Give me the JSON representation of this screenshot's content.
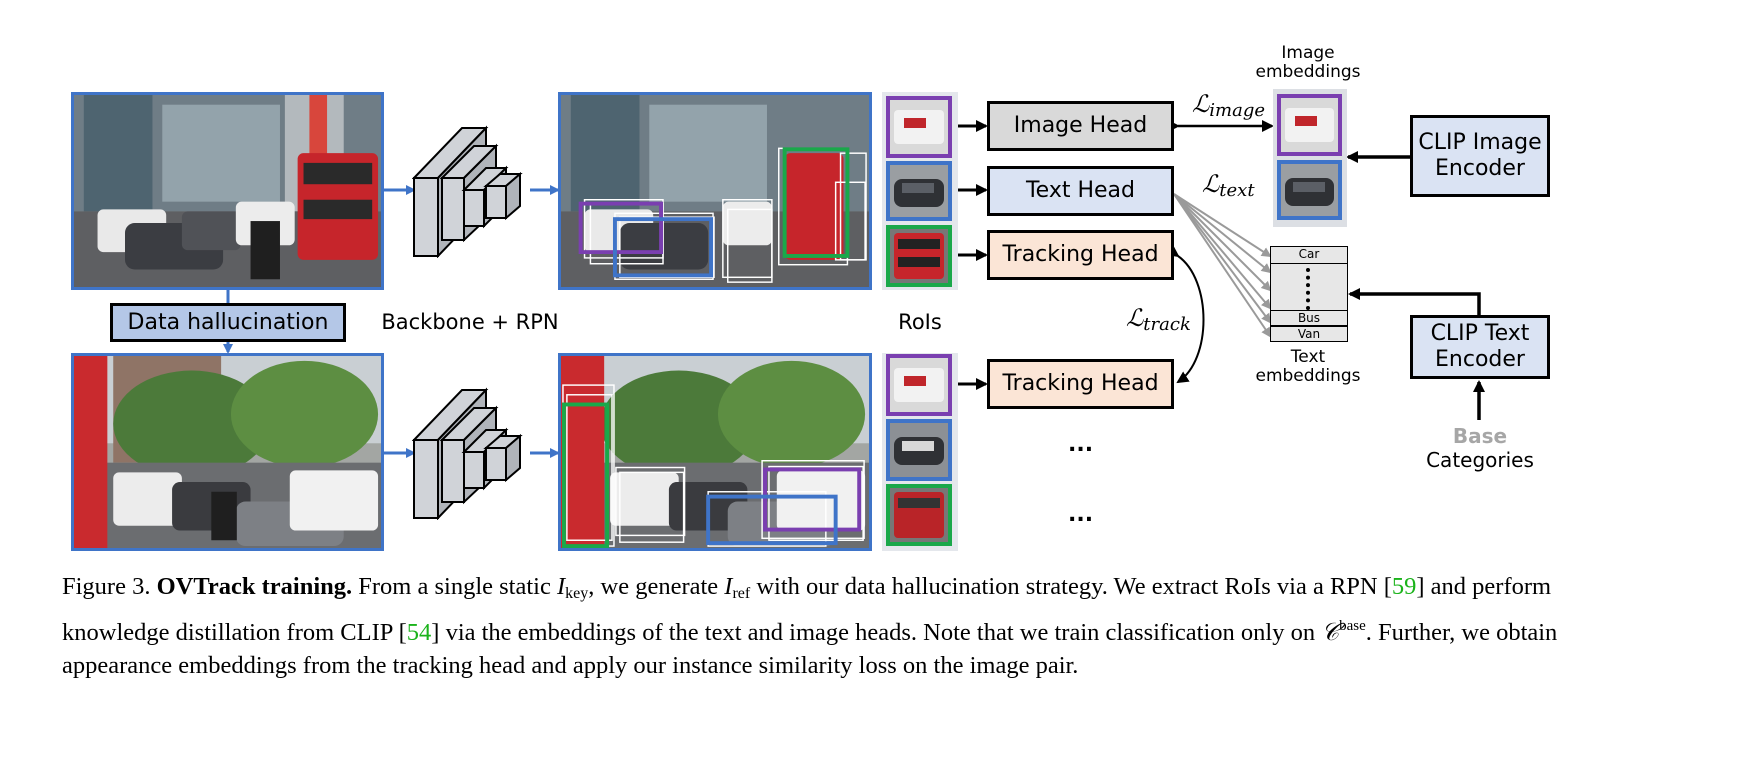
{
  "figure": {
    "hallucination_label": "Data hallucination",
    "backbone_label": "Backbone + RPN",
    "rois_label": "RoIs",
    "image_head": "Image Head",
    "text_head": "Text Head",
    "tracking_head_top": "Tracking Head",
    "tracking_head_bottom": "Tracking Head",
    "ellipsis_1": "...",
    "ellipsis_2": "...",
    "image_embeddings_line1": "Image",
    "image_embeddings_line2": "embeddings",
    "text_embeddings_line1": "Text",
    "text_embeddings_line2": "embeddings",
    "clip_image_line1": "CLIP Image",
    "clip_image_line2": "Encoder",
    "clip_text_line1": "CLIP Text",
    "clip_text_line2": "Encoder",
    "base_word": "Base",
    "categories_word": "Categories",
    "emb_rows": [
      "Car",
      "Bus",
      "Van"
    ],
    "loss_image_symbol": "ℒ",
    "loss_image_sub": "image",
    "loss_text_symbol": "ℒ",
    "loss_text_sub": "text",
    "loss_track_symbol": "ℒ",
    "loss_track_sub": "track",
    "colors": {
      "frame_blue": "#3f74c8",
      "purple": "#7a3fb0",
      "green": "#1aa84a",
      "blue_box": "#3f74c8",
      "image_head_fill": "#d9d9d9",
      "text_head_fill": "#dae3f3",
      "tracking_head_fill": "#fbe5d6",
      "clip_fill": "#dae3f3",
      "base_gray": "#a6a6a6",
      "cite_green": "#1bb31b"
    }
  },
  "caption": {
    "prefix": "Figure 3. ",
    "bold": "OVTrack training.",
    "s1": " From a single static ",
    "i_key_base": "I",
    "i_key_sub": "key",
    "s2": ", we generate ",
    "i_ref_base": "I",
    "i_ref_sub": "ref",
    "s3": " with our data hallucination strategy. We extract RoIs via a RPN [",
    "cite1": "59",
    "s4": "] and perform knowledge distillation from CLIP [",
    "cite2": "54",
    "s5": "] via the embeddings of the text and image heads. Note that we train classification only on ",
    "c_base": "𝒞",
    "c_sup": "base",
    "s6": ". Further, we obtain appearance embeddings from the tracking head and apply our instance similarity loss on the image pair."
  }
}
